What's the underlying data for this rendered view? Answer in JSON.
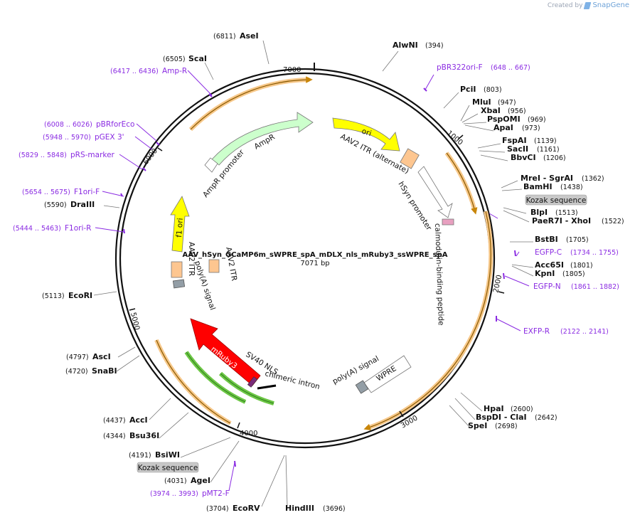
{
  "credit": {
    "created_by": "Created by",
    "brand": "SnapGene"
  },
  "plasmid": {
    "name": "AAV_hSyn_GCaMP6m_sWPRE_spA_mDLX_nls_mRuby3_ssWPRE_spA",
    "size_label": "7071 bp",
    "length": 7071
  },
  "ticks": [
    "1000",
    "2000",
    "3000",
    "4000",
    "5000",
    "6000",
    "7000"
  ],
  "sites": [
    {
      "name": "AseI",
      "pos": "(6811)"
    },
    {
      "name": "AlwNI",
      "pos": "(394)"
    },
    {
      "name": "ScaI",
      "pos": "(6505)"
    },
    {
      "name": "PciI",
      "pos": "(803)"
    },
    {
      "name": "MluI",
      "pos": "(947)"
    },
    {
      "name": "XbaI",
      "pos": "(956)"
    },
    {
      "name": "PspOMI",
      "pos": "(969)"
    },
    {
      "name": "ApaI",
      "pos": "(973)"
    },
    {
      "name": "FspAI",
      "pos": "(1139)"
    },
    {
      "name": "SacII",
      "pos": "(1161)"
    },
    {
      "name": "BbvCI",
      "pos": "(1206)"
    },
    {
      "name": "MreI - SgrAI",
      "pos": "(1362)"
    },
    {
      "name": "BamHI",
      "pos": "(1438)"
    },
    {
      "name": "BlpI",
      "pos": "(1513)"
    },
    {
      "name": "PaeR7I - XhoI",
      "pos": "(1522)"
    },
    {
      "name": "BstBI",
      "pos": "(1705)"
    },
    {
      "name": "Acc65I",
      "pos": "(1801)"
    },
    {
      "name": "KpnI",
      "pos": "(1805)"
    },
    {
      "name": "HpaI",
      "pos": "(2600)"
    },
    {
      "name": "BspDI - ClaI",
      "pos": "(2642)"
    },
    {
      "name": "SpeI",
      "pos": "(2698)"
    },
    {
      "name": "HindIII",
      "pos": "(3696)"
    },
    {
      "name": "EcoRV",
      "pos": "(3704)"
    },
    {
      "name": "AgeI",
      "pos": "(4031)"
    },
    {
      "name": "BsiWI",
      "pos": "(4191)"
    },
    {
      "name": "Bsu36I",
      "pos": "(4344)"
    },
    {
      "name": "AccI",
      "pos": "(4437)"
    },
    {
      "name": "SnaBI",
      "pos": "(4720)"
    },
    {
      "name": "AscI",
      "pos": "(4797)"
    },
    {
      "name": "EcoRI",
      "pos": "(5113)"
    },
    {
      "name": "DraIII",
      "pos": "(5590)"
    }
  ],
  "primers": [
    {
      "name": "Amp-R",
      "pos": "(6417 .. 6436)"
    },
    {
      "name": "pBR322ori-F",
      "pos": "(648 .. 667)"
    },
    {
      "name": "pBRforEco",
      "pos": "(6008 .. 6026)"
    },
    {
      "name": "pGEX 3'",
      "pos": "(5948 .. 5970)"
    },
    {
      "name": "pRS-marker",
      "pos": "(5829 .. 5848)"
    },
    {
      "name": "F1ori-F",
      "pos": "(5654 .. 5675)"
    },
    {
      "name": "F1ori-R",
      "pos": "(5444 .. 5463)"
    },
    {
      "name": "EGFP-C",
      "pos": "(1734 .. 1755)"
    },
    {
      "name": "EGFP-N",
      "pos": "(1861 .. 1882)"
    },
    {
      "name": "EXFP-R",
      "pos": "(2122 .. 2141)"
    },
    {
      "name": "pMT2-F",
      "pos": "(3974 .. 3993)"
    }
  ],
  "kozak": [
    "Kozak sequence",
    "Kozak sequence"
  ],
  "features": {
    "ori": "ori",
    "aav2_itr_alt": "AAV2 ITR (alternate)",
    "hsyn": "hSyn promoter",
    "calmodulin": "calmodulin-binding peptide",
    "wpre": "WPRE",
    "polya": "poly(A) signal",
    "chimeric": "chimeric intron",
    "sv40": "SV40 NLS",
    "mruby3": "mRuby3",
    "aav2_itr": "AAV2 ITR",
    "polya2": "poly(A) signal",
    "f1": "f1 ori",
    "aav2_itr_left": "AAV2 ITR",
    "ampr": "AmpR",
    "ampr_promoter": "AmpR promoter"
  },
  "colors": {
    "ori": "#ffff00",
    "ampr": "#ccffcc",
    "itr": "#fdc690",
    "wpre": "#ffffff",
    "mruby3": "#ff0000",
    "polya": "#939ea6",
    "orf_track": "#f7c88a",
    "primer": "#8a2be2",
    "kozak_bg": "#c8c8c8"
  }
}
